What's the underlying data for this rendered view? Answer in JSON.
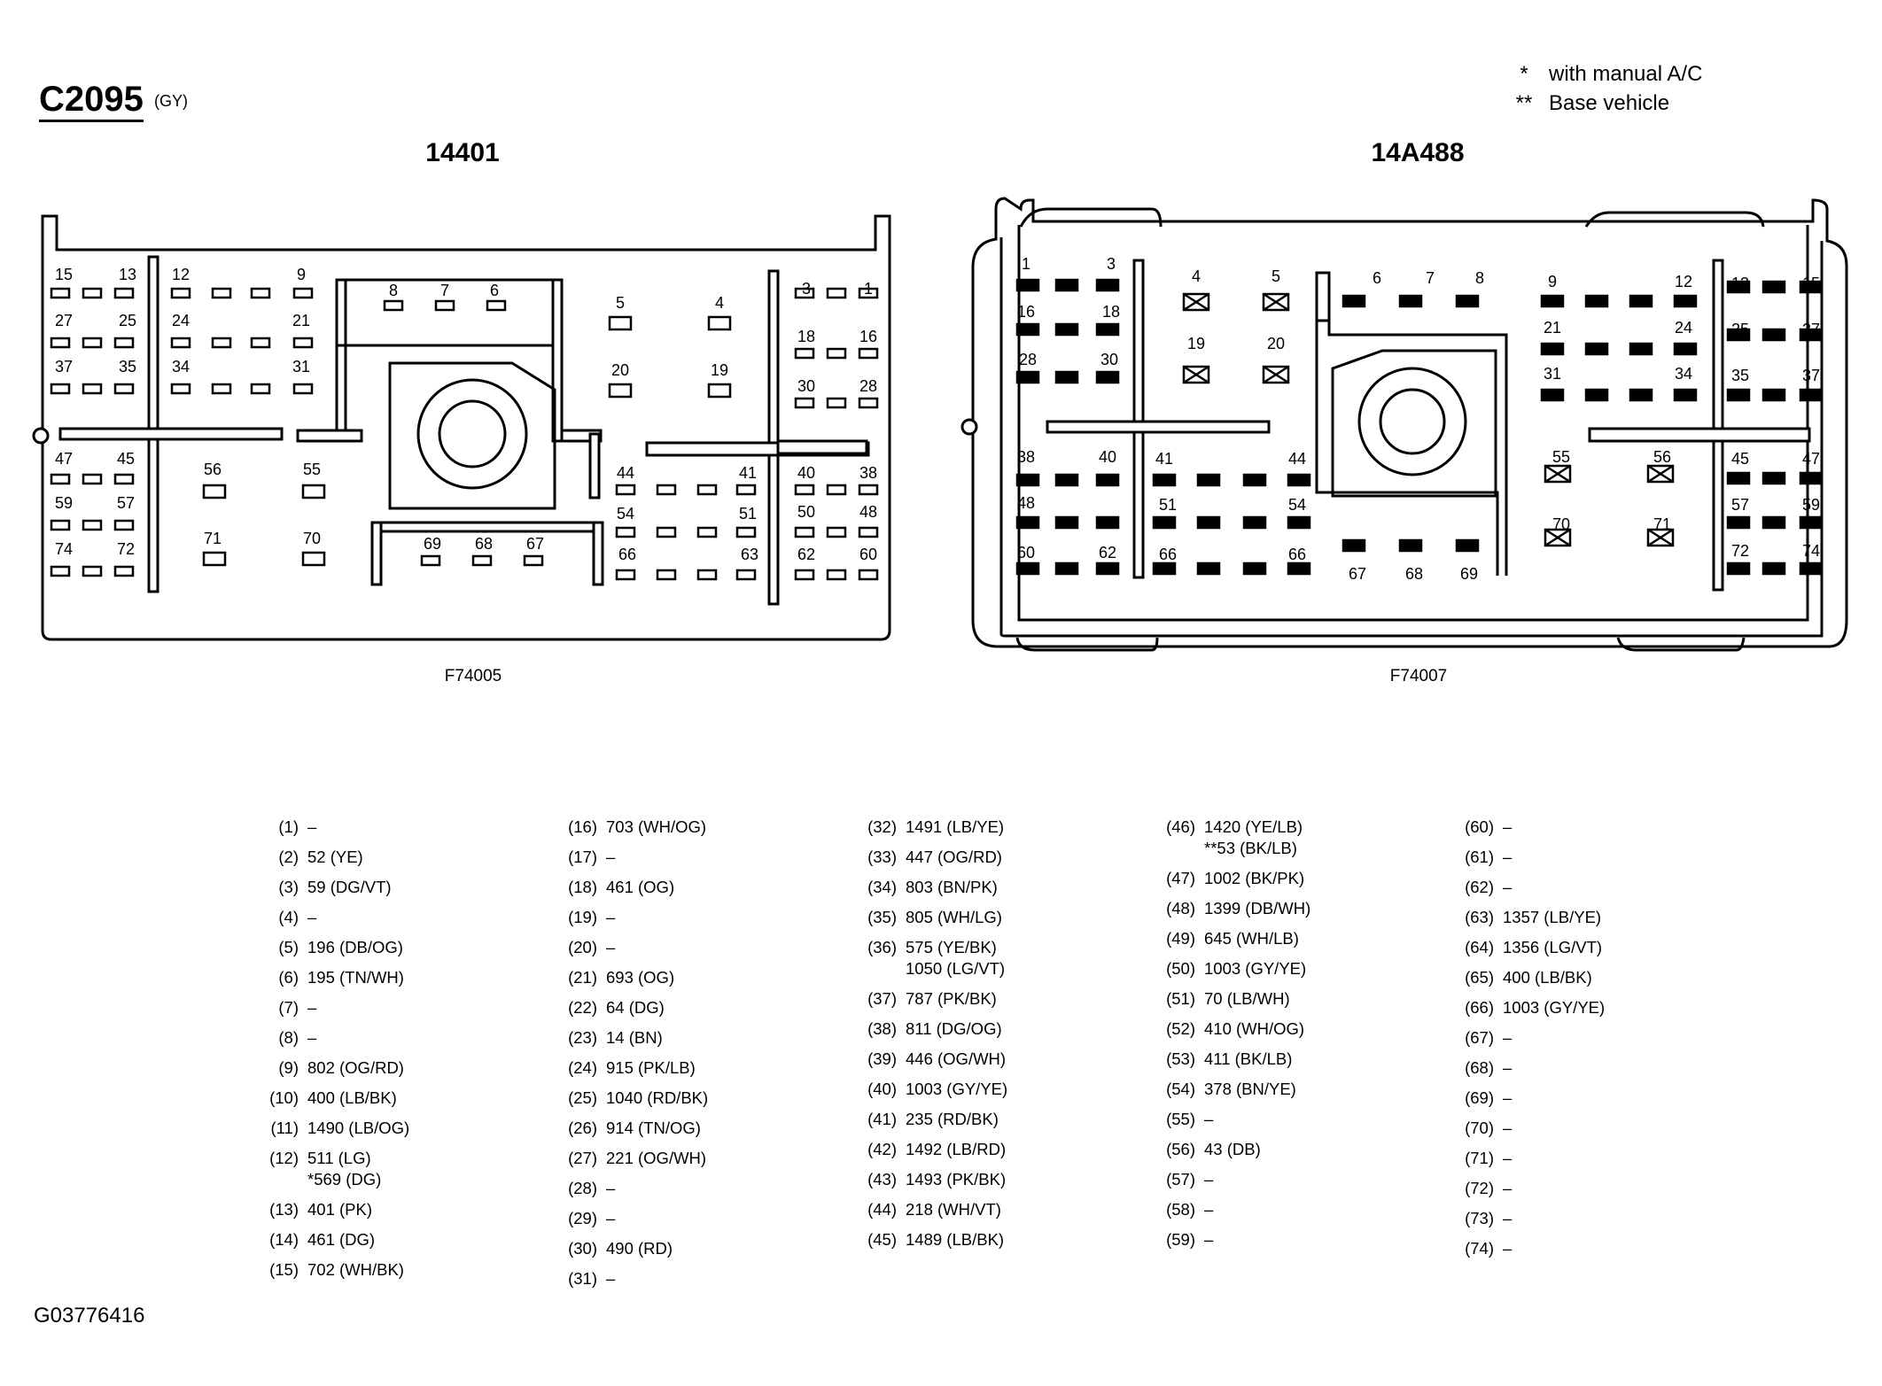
{
  "header": {
    "connector_id": "C2095",
    "connector_color": "(GY)"
  },
  "notes": [
    {
      "symbol": "*",
      "text": "with manual A/C"
    },
    {
      "symbol": "**",
      "text": "Base vehicle"
    }
  ],
  "views": {
    "left": {
      "part_number": "14401",
      "figure_id": "F74005",
      "pin_labels": [
        "15",
        "13",
        "12",
        "9",
        "8",
        "7",
        "6",
        "5",
        "4",
        "3",
        "1",
        "27",
        "25",
        "24",
        "21",
        "18",
        "16",
        "37",
        "35",
        "34",
        "31",
        "20",
        "19",
        "30",
        "28",
        "47",
        "45",
        "56",
        "55",
        "44",
        "41",
        "40",
        "38",
        "59",
        "57",
        "71",
        "70",
        "54",
        "51",
        "50",
        "48",
        "74",
        "72",
        "69",
        "68",
        "67",
        "66",
        "63",
        "62",
        "60"
      ]
    },
    "right": {
      "part_number": "14A488",
      "figure_id": "F74007",
      "pin_labels": [
        "1",
        "3",
        "4",
        "5",
        "6",
        "7",
        "8",
        "9",
        "12",
        "13",
        "15",
        "16",
        "18",
        "19",
        "20",
        "21",
        "24",
        "25",
        "27",
        "28",
        "30",
        "31",
        "34",
        "35",
        "37",
        "38",
        "40",
        "41",
        "44",
        "55",
        "56",
        "45",
        "47",
        "48",
        "51",
        "54",
        "57",
        "59",
        "60",
        "62",
        "66",
        "66",
        "67",
        "68",
        "69",
        "70",
        "71",
        "72",
        "74"
      ]
    }
  },
  "pin_table": [
    [
      "(1)",
      "–"
    ],
    [
      "(2)",
      "52 (YE)"
    ],
    [
      "(3)",
      "59 (DG/VT)"
    ],
    [
      "(4)",
      "–"
    ],
    [
      "(5)",
      "196 (DB/OG)"
    ],
    [
      "(6)",
      "195 (TN/WH)"
    ],
    [
      "(7)",
      "–"
    ],
    [
      "(8)",
      "–"
    ],
    [
      "(9)",
      "802 (OG/RD)"
    ],
    [
      "(10)",
      "400 (LB/BK)"
    ],
    [
      "(11)",
      "1490 (LB/OG)"
    ],
    [
      "(12)",
      "511 (LG)\n*569 (DG)"
    ],
    [
      "(13)",
      "401 (PK)"
    ],
    [
      "(14)",
      "461 (DG)"
    ],
    [
      "(15)",
      "702 (WH/BK)"
    ],
    [
      "(16)",
      "703 (WH/OG)"
    ],
    [
      "(17)",
      "–"
    ],
    [
      "(18)",
      "461 (OG)"
    ],
    [
      "(19)",
      "–"
    ],
    [
      "(20)",
      "–"
    ],
    [
      "(21)",
      "693 (OG)"
    ],
    [
      "(22)",
      "64 (DG)"
    ],
    [
      "(23)",
      "14 (BN)"
    ],
    [
      "(24)",
      "915 (PK/LB)"
    ],
    [
      "(25)",
      "1040 (RD/BK)"
    ],
    [
      "(26)",
      "914 (TN/OG)"
    ],
    [
      "(27)",
      "221 (OG/WH)"
    ],
    [
      "(28)",
      "–"
    ],
    [
      "(29)",
      "–"
    ],
    [
      "(30)",
      "490 (RD)"
    ],
    [
      "(31)",
      "–"
    ],
    [
      "(32)",
      "1491 (LB/YE)"
    ],
    [
      "(33)",
      "447 (OG/RD)"
    ],
    [
      "(34)",
      "803 (BN/PK)"
    ],
    [
      "(35)",
      "805 (WH/LG)"
    ],
    [
      "(36)",
      "575 (YE/BK)\n1050 (LG/VT)"
    ],
    [
      "(37)",
      "787 (PK/BK)"
    ],
    [
      "(38)",
      "811 (DG/OG)"
    ],
    [
      "(39)",
      "446 (OG/WH)"
    ],
    [
      "(40)",
      "1003 (GY/YE)"
    ],
    [
      "(41)",
      "235 (RD/BK)"
    ],
    [
      "(42)",
      "1492 (LB/RD)"
    ],
    [
      "(43)",
      "1493 (PK/BK)"
    ],
    [
      "(44)",
      "218 (WH/VT)"
    ],
    [
      "(45)",
      "1489 (LB/BK)"
    ],
    [
      "(46)",
      "1420 (YE/LB)\n**53 (BK/LB)"
    ],
    [
      "(47)",
      "1002 (BK/PK)"
    ],
    [
      "(48)",
      "1399 (DB/WH)"
    ],
    [
      "(49)",
      "645 (WH/LB)"
    ],
    [
      "(50)",
      "1003 (GY/YE)"
    ],
    [
      "(51)",
      "70 (LB/WH)"
    ],
    [
      "(52)",
      "410 (WH/OG)"
    ],
    [
      "(53)",
      "411 (BK/LB)"
    ],
    [
      "(54)",
      "378 (BN/YE)"
    ],
    [
      "(55)",
      "–"
    ],
    [
      "(56)",
      "43 (DB)"
    ],
    [
      "(57)",
      "–"
    ],
    [
      "(58)",
      "–"
    ],
    [
      "(59)",
      "–"
    ],
    [
      "(60)",
      "–"
    ],
    [
      "(61)",
      "–"
    ],
    [
      "(62)",
      "–"
    ],
    [
      "(63)",
      "1357 (LB/YE)"
    ],
    [
      "(64)",
      "1356 (LG/VT)"
    ],
    [
      "(65)",
      "400 (LB/BK)"
    ],
    [
      "(66)",
      "1003 (GY/YE)"
    ],
    [
      "(67)",
      "–"
    ],
    [
      "(68)",
      "–"
    ],
    [
      "(69)",
      "–"
    ],
    [
      "(70)",
      "–"
    ],
    [
      "(71)",
      "–"
    ],
    [
      "(72)",
      "–"
    ],
    [
      "(73)",
      "–"
    ],
    [
      "(74)",
      "–"
    ]
  ],
  "document_id": "G03776416"
}
